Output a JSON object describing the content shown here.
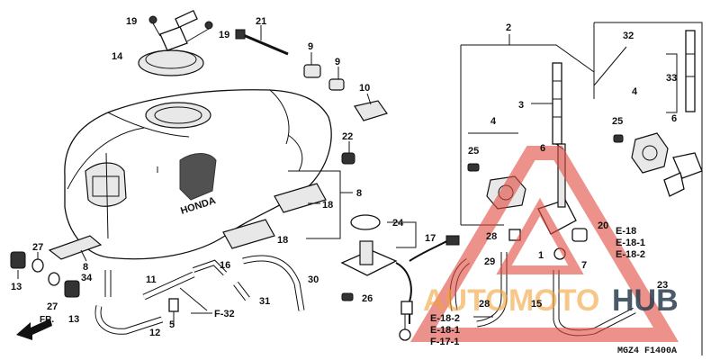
{
  "callouts": [
    {
      "id": "c1",
      "text": "19"
    },
    {
      "id": "c2",
      "text": "19"
    },
    {
      "id": "c3",
      "text": "14"
    },
    {
      "id": "c4",
      "text": "21"
    },
    {
      "id": "c5",
      "text": "9"
    },
    {
      "id": "c6",
      "text": "9"
    },
    {
      "id": "c7",
      "text": "10"
    },
    {
      "id": "c8",
      "text": "22"
    },
    {
      "id": "c9",
      "text": "8"
    },
    {
      "id": "c10",
      "text": "18"
    },
    {
      "id": "c11",
      "text": "18"
    },
    {
      "id": "c12",
      "text": "8"
    },
    {
      "id": "c13",
      "text": "27"
    },
    {
      "id": "c14",
      "text": "13"
    },
    {
      "id": "c15",
      "text": "27"
    },
    {
      "id": "c16",
      "text": "34"
    },
    {
      "id": "c17",
      "text": "13"
    },
    {
      "id": "c18",
      "text": "11"
    },
    {
      "id": "c19",
      "text": "16"
    },
    {
      "id": "c20",
      "text": "5"
    },
    {
      "id": "c21",
      "text": "31"
    },
    {
      "id": "c22",
      "text": "30"
    },
    {
      "id": "c23",
      "text": "12"
    },
    {
      "id": "c24",
      "text": "24"
    },
    {
      "id": "c25",
      "text": "17"
    },
    {
      "id": "c26",
      "text": "26"
    },
    {
      "id": "c27",
      "text": "2"
    },
    {
      "id": "c28",
      "text": "3"
    },
    {
      "id": "c29",
      "text": "4"
    },
    {
      "id": "c30",
      "text": "25"
    },
    {
      "id": "c31",
      "text": "6"
    },
    {
      "id": "c32",
      "text": "20"
    },
    {
      "id": "c33",
      "text": "28"
    },
    {
      "id": "c34",
      "text": "29"
    },
    {
      "id": "c35",
      "text": "1"
    },
    {
      "id": "c36",
      "text": "7"
    },
    {
      "id": "c37",
      "text": "28"
    },
    {
      "id": "c38",
      "text": "15"
    },
    {
      "id": "c39",
      "text": "23"
    },
    {
      "id": "c40",
      "text": "32"
    },
    {
      "id": "c41",
      "text": "33"
    },
    {
      "id": "c42",
      "text": "4"
    },
    {
      "id": "c43",
      "text": "25"
    },
    {
      "id": "c44",
      "text": "6"
    }
  ],
  "refs": {
    "f32": "F-32",
    "e18_a": "E-18",
    "e181_a": "E-18-1",
    "e182_a": "E-18-2",
    "e182_b": "E-18-2",
    "e181_b": "E-18-1",
    "f171": "F-17-1"
  },
  "direction_label": "FR.",
  "tank_brand": "HONDA",
  "footer_code": "MGZ4  F1400A",
  "watermark": {
    "text_auto": "AUTO",
    "text_moto": "MOTO",
    "text_hub": "HUB",
    "color_red": "#e04a3f",
    "color_orange": "#f2a23a",
    "color_dark": "#2c3e50"
  }
}
